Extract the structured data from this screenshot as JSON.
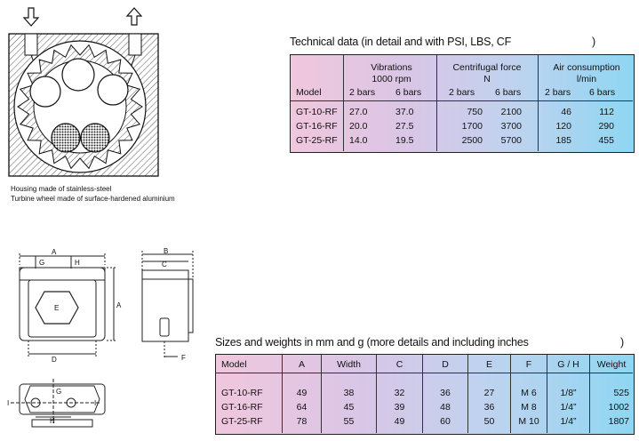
{
  "captions": {
    "housing": "Housing made of stainless-steel",
    "wheel": "Turbine wheel made of surface-hardened aluminium"
  },
  "tech": {
    "title": "Technical data (in detail and with PSI, LBS, CF",
    "close_paren": ")",
    "groups": [
      "Vibrations",
      "Centrifugal force",
      "Air consumption"
    ],
    "group_units": [
      "1000 rpm",
      "N",
      "l/min"
    ],
    "model_header": "Model",
    "sub": [
      "2 bars",
      "6 bars",
      "2 bars",
      "6 bars",
      "2 bars",
      "6 bars"
    ],
    "rows": [
      [
        "GT-10-RF",
        "27.0",
        "37.0",
        "750",
        "2100",
        "46",
        "112"
      ],
      [
        "GT-16-RF",
        "20.0",
        "27.5",
        "1700",
        "3700",
        "120",
        "290"
      ],
      [
        "GT-25-RF",
        "14.0",
        "19.5",
        "2500",
        "5700",
        "185",
        "455"
      ]
    ]
  },
  "sizes": {
    "title": "Sizes and weights in mm and g (more details and including inches",
    "close_paren": ")",
    "headers": [
      "Model",
      "A",
      "Width",
      "C",
      "D",
      "E",
      "F",
      "G / H",
      "Weight"
    ],
    "rows": [
      [
        "GT-10-RF",
        "49",
        "38",
        "32",
        "36",
        "27",
        "M 6",
        "1/8”",
        "525"
      ],
      [
        "GT-16-RF",
        "64",
        "45",
        "39",
        "48",
        "36",
        "M 8",
        "1/4”",
        "1002"
      ],
      [
        "GT-25-RF",
        "78",
        "55",
        "49",
        "60",
        "50",
        "M 10",
        "1/4”",
        "1807"
      ]
    ]
  },
  "drawing_labels": {
    "A": "A",
    "B": "B",
    "C": "C",
    "D": "D",
    "E": "E",
    "F": "F",
    "G": "G",
    "H": "H",
    "I": "I"
  }
}
